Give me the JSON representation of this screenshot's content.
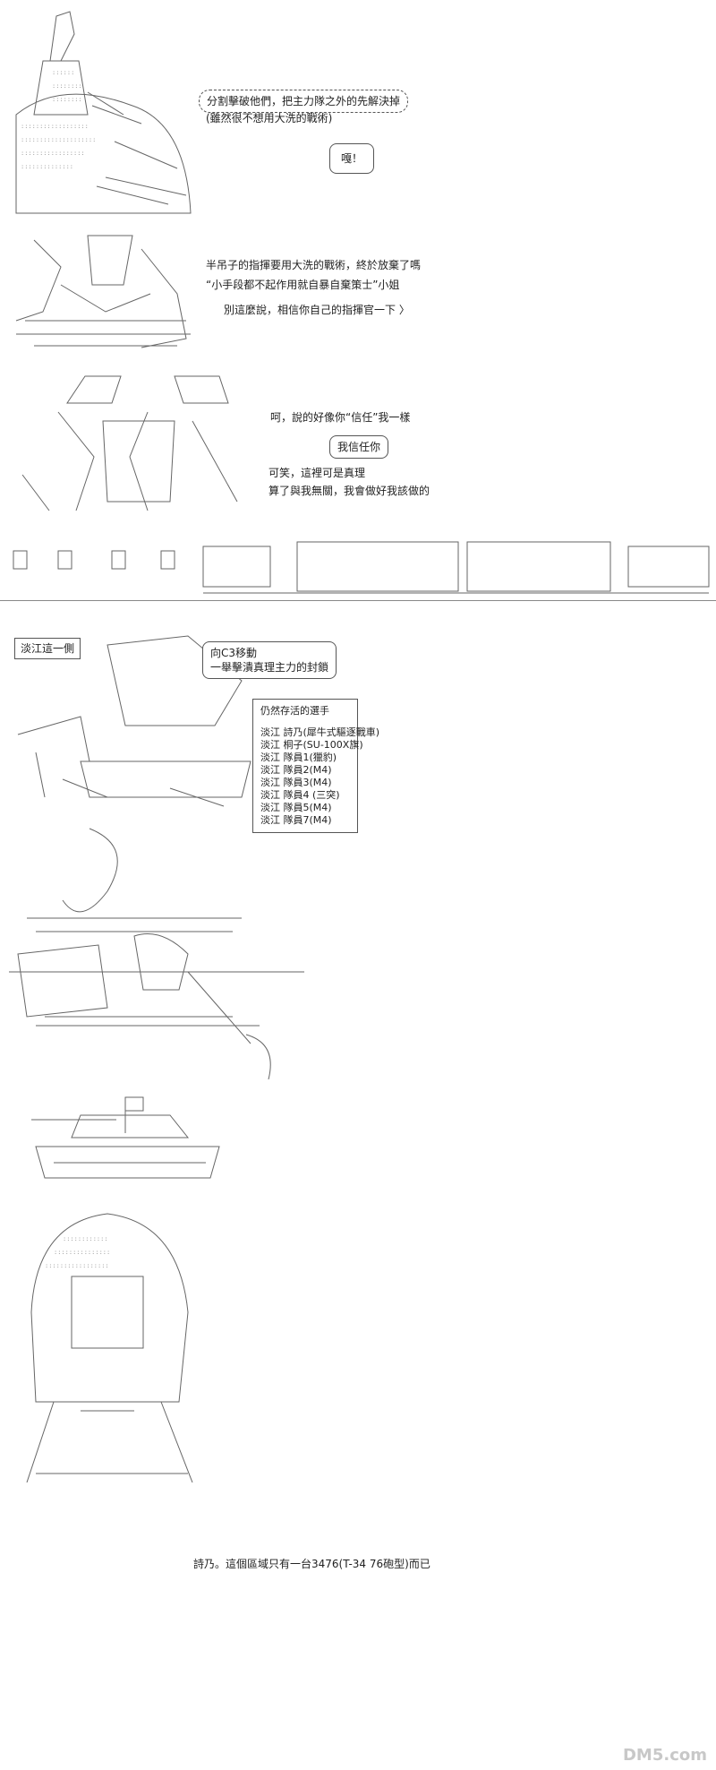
{
  "panel1": {
    "line1": "分割擊破他們，把主力隊之外的先解決掉",
    "line2": "(雖然很不想用大洗的戰術)",
    "bubble": "嘎！"
  },
  "panel2": {
    "line1": "半吊子的指揮要用大洗的戰術，終於放棄了嗎",
    "line2": "“小手段都不起作用就自暴自棄策士”小姐",
    "line3": "別這麼說，相信你自己的指揮官一下 〉"
  },
  "panel3": {
    "line1": "呵，說的好像你“信任”我一樣",
    "bubble": "我信任你",
    "line2": "可笑，這裡可是真理",
    "line3": "算了與我無關，我會做好我該做的"
  },
  "panel5": {
    "label": "淡江這一側",
    "bubble_line1": "向C3移動",
    "bubble_line2": "一舉擊潰真理主力的封鎖",
    "survivors": {
      "title": "仍然存活的選手",
      "items": [
        "淡江 詩乃(犀牛式驅逐戰車)",
        "淡江 桐子(SU-100X旗)",
        "淡江 隊員1(獵豹)",
        "淡江 隊員2(M4)",
        "淡江 隊員3(M4)",
        "淡江 隊員4 (三突)",
        "淡江 隊員5(M4)",
        "淡江 隊員7(M4)"
      ]
    }
  },
  "panel8": {
    "line1": "詩乃。這個區域只有一台3476(T-34 76砲型)而已"
  },
  "watermark": "DM5.com"
}
